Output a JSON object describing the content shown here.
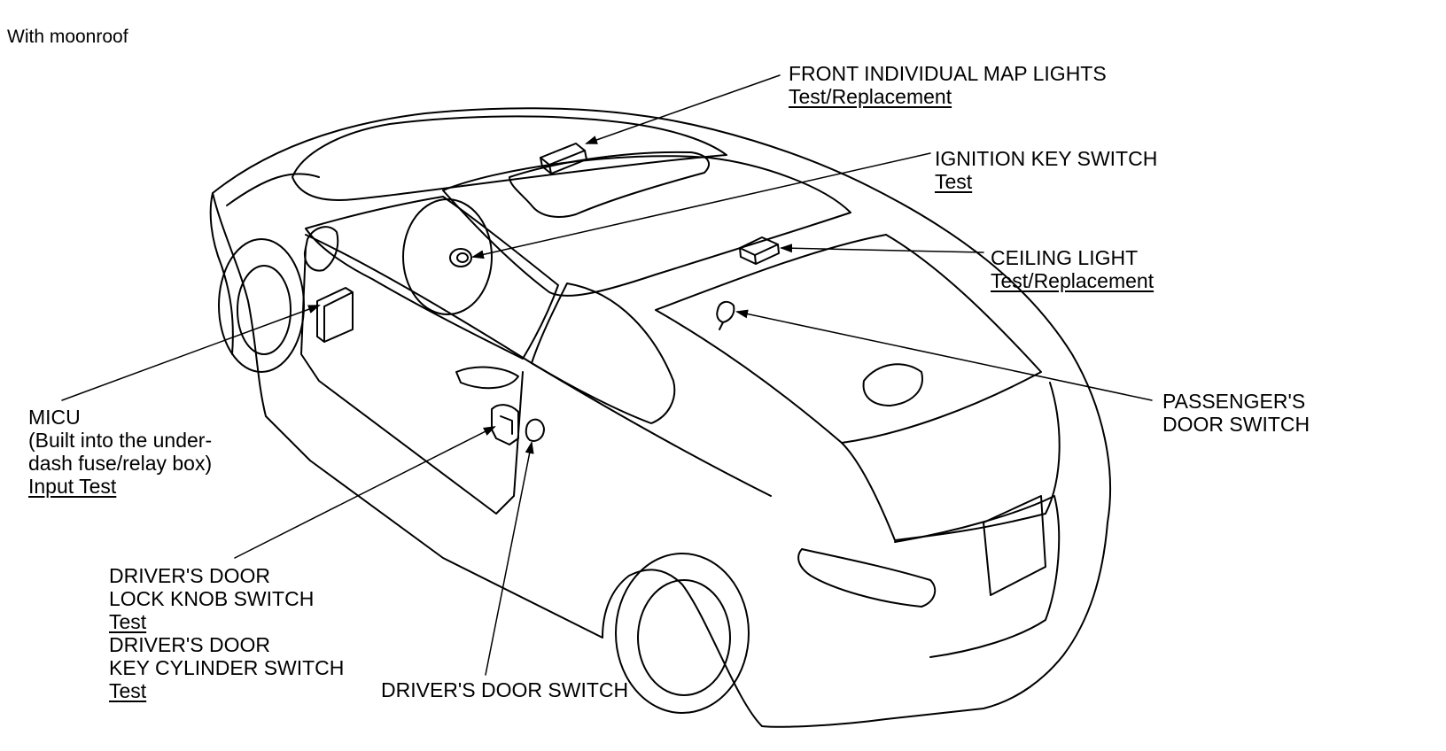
{
  "caption": "With moonroof",
  "callouts": {
    "map_lights": {
      "title": "FRONT INDIVIDUAL MAP LIGHTS",
      "link": "Test/Replacement",
      "icon": "map-light-icon"
    },
    "ignition": {
      "title": "IGNITION KEY SWITCH",
      "link": "Test",
      "icon": "ignition-key-switch-icon"
    },
    "ceiling": {
      "title": "CEILING LIGHT",
      "link": "Test/Replacement",
      "icon": "ceiling-light-icon"
    },
    "passenger": {
      "line1": "PASSENGER'S",
      "line2": "DOOR SWITCH",
      "icon": "door-switch-icon"
    },
    "micu": {
      "title": "MICU",
      "note1": "(Built into the under-",
      "note2": "dash fuse/relay box)",
      "link": "Input Test",
      "icon": "fuse-relay-box-icon"
    },
    "lock_knob": {
      "line1": "DRIVER'S DOOR",
      "line2": "LOCK KNOB SWITCH",
      "link": "Test",
      "icon": "lock-knob-switch-icon"
    },
    "key_cylinder": {
      "line1": "DRIVER'S DOOR",
      "line2": "KEY CYLINDER SWITCH",
      "link": "Test",
      "icon": "key-cylinder-switch-icon"
    },
    "driver_door": {
      "title": "DRIVER'S DOOR SWITCH",
      "icon": "door-switch-icon"
    }
  },
  "colors": {
    "line": "#000000",
    "background": "#ffffff"
  }
}
